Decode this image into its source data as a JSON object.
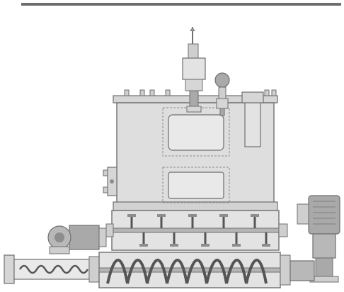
{
  "diagram": {
    "kind": "technical-drawing",
    "subject": "mixer",
    "style": "grayscale line drawing",
    "colors": {
      "background": "#ffffff",
      "rule": "#6d6d6d",
      "stroke": "#6f6f6f",
      "tank": "#dedede",
      "tank_dark": "#cfcfcf",
      "tank_light": "#e9e9e9",
      "motor": "#a9a9a9",
      "motor_dark": "#8d8d8d",
      "screw": "#555555",
      "dashed": "#9a9a9a"
    },
    "components": [
      "header-rule",
      "mixing-tank",
      "top-valve",
      "level-sensor",
      "inspection-window-upper",
      "inspection-window-lower",
      "side-flange",
      "agitator-trough",
      "agitator-motor",
      "discharge-motor",
      "feed-screw-conveyor",
      "discharge-screw"
    ]
  }
}
